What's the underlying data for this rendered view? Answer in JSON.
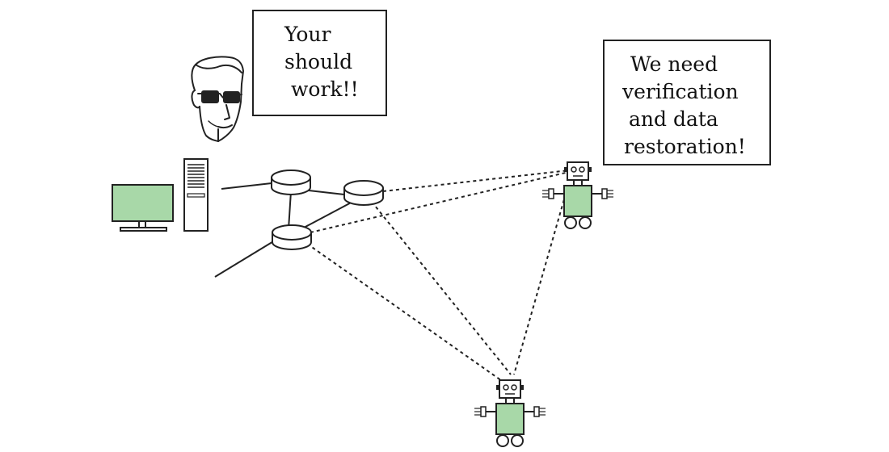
{
  "colors": {
    "accent_green": "#a8d8a8",
    "stroke": "#222222",
    "background": "#ffffff"
  },
  "user_bubble": {
    "lines": [
      "Your",
      "should",
      "work!!"
    ]
  },
  "robot_bubble": {
    "lines": [
      "We need",
      "verification",
      "and data",
      "restoration!"
    ]
  },
  "icons": {
    "person": "person-with-glasses-icon",
    "computer": "desktop-computer-icon",
    "router": "network-router-icon",
    "robot": "robot-icon"
  }
}
